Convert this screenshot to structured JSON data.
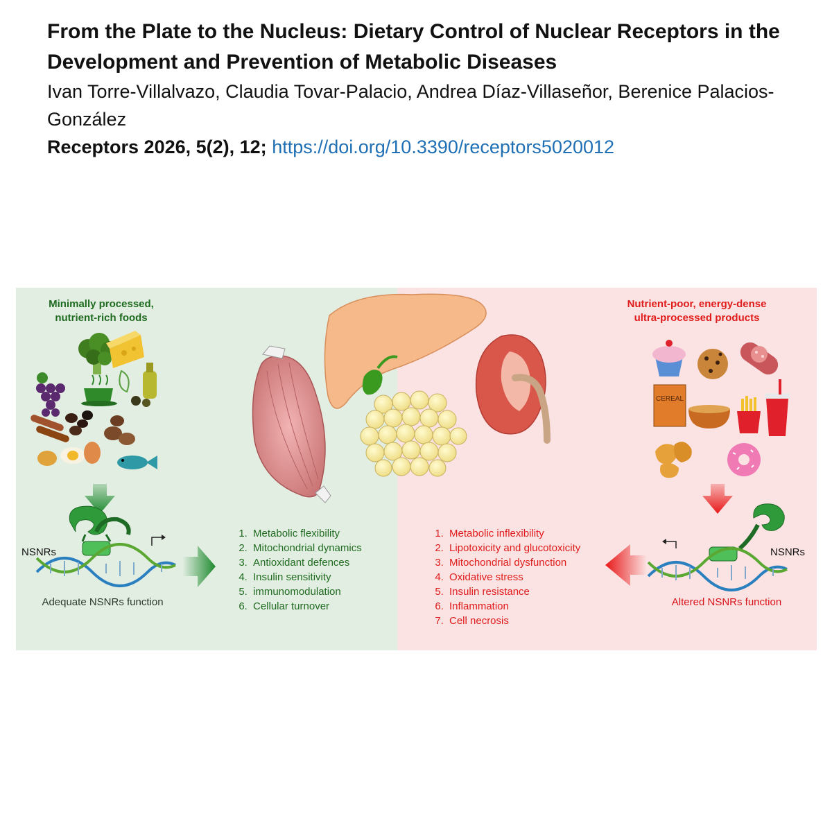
{
  "paper": {
    "title": "From the Plate to the Nucleus: Dietary Control of Nuclear Receptors in the Development and Prevention of Metabolic Diseases",
    "authors": "Ivan Torre-Villalvazo, Claudia Tovar-Palacio, Andrea Díaz-Villaseñor, Berenice Palacios-González",
    "journal": "Receptors 2026, 5(2), 12;",
    "doi": "https://doi.org/10.3390/receptors5020012"
  },
  "figure": {
    "left": {
      "heading": "Minimally processed, nutrient-rich foods",
      "receptor_label": "NSNRs",
      "caption": "Adequate NSNRs function",
      "effects": [
        "Metabolic flexibility",
        "Mitochondrial dynamics",
        "Antioxidant defences",
        "Insulin sensitivity",
        "immunomodulation",
        "Cellular turnover"
      ]
    },
    "right": {
      "heading": "Nutrient-poor, energy-dense ultra-processed products",
      "receptor_label": "NSNRs",
      "caption": "Altered NSNRs function",
      "cereal_label": "CEREAL",
      "effects": [
        "Metabolic inflexibility",
        "Lipotoxicity and glucotoxicity",
        "Mitochondrial dysfunction",
        "Oxidative stress",
        "Insulin resistance",
        "Inflammation",
        "Cell necrosis"
      ]
    },
    "colors": {
      "left_background": "#e3eee3",
      "right_background": "#fbe3e3",
      "green_text": "#1f6b1f",
      "red_text": "#e01b1b",
      "doi_link": "#1f6fb5"
    },
    "icons": [
      "broccoli-icon",
      "cheese-icon",
      "grapes-icon",
      "tea-cup-icon",
      "olive-oil-icon",
      "cinnamon-icon",
      "beans-icon",
      "nuts-icon",
      "egg-icon",
      "fish-icon",
      "muscle-icon",
      "liver-icon",
      "adipocytes-icon",
      "kidney-icon",
      "cupcake-icon",
      "cookie-icon",
      "sausage-icon",
      "cereal-box-icon",
      "fries-icon",
      "soda-icon",
      "nuggets-icon",
      "donut-icon",
      "dna-icon",
      "receptor-icon",
      "arrow-down-icon",
      "arrow-right-icon",
      "arrow-left-icon"
    ]
  }
}
